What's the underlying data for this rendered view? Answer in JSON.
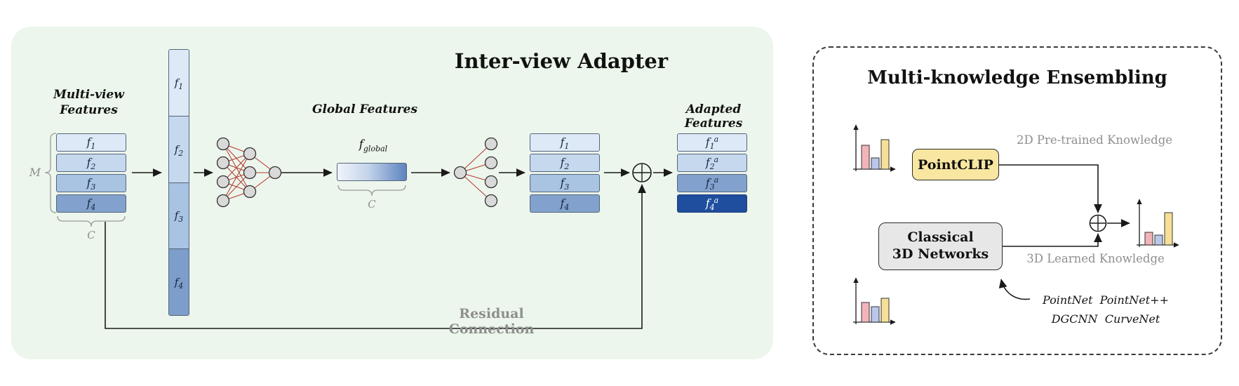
{
  "inter_view_adapter": {
    "title": "Inter-view Adapter",
    "multiview_label_line1": "Multi-view",
    "multiview_label_line2": "Features",
    "global_features_label": "Global Features",
    "adapted_features_label": "Adapted Features",
    "residual_label": "Residual Connection",
    "m_dim": "M",
    "c_dim_input": "C",
    "c_dim_global": "C",
    "f_global": {
      "base": "f",
      "sub": "global"
    },
    "features": [
      {
        "base": "f",
        "sub": "1"
      },
      {
        "base": "f",
        "sub": "2"
      },
      {
        "base": "f",
        "sub": "3"
      },
      {
        "base": "f",
        "sub": "4"
      }
    ],
    "adapted_features": [
      {
        "base": "f",
        "sub": "1",
        "sup": "a"
      },
      {
        "base": "f",
        "sub": "2",
        "sup": "a"
      },
      {
        "base": "f",
        "sub": "3",
        "sup": "a"
      },
      {
        "base": "f",
        "sub": "4",
        "sup": "a"
      }
    ]
  },
  "multi_knowledge": {
    "title": "Multi-knowledge Ensembling",
    "pointclip_label": "PointCLIP",
    "classical_line1": "Classical",
    "classical_line2": "3D Networks",
    "knowledge_2d_label": "2D Pre-trained Knowledge",
    "knowledge_3d_label": "3D Learned Knowledge",
    "backbones_line1": "PointNet  PointNet++",
    "backbones_line2": "DGCNN  CurveNet"
  },
  "icons": {
    "plus_circle": "plus-circle-icon",
    "bar_chart": "bar-chart-icon",
    "neural_network": "neural-network-icon"
  },
  "colors": {
    "panel_green": "#ecf6ec",
    "feature_blue_1": "#dde9f7",
    "feature_blue_2": "#c5d8ee",
    "feature_blue_3": "#a9c3e3",
    "feature_blue_4": "#82a2cd",
    "adapted_blue_dark": "#1f4e9e",
    "global_gradient_start": "#f0f4fb",
    "global_gradient_end": "#5d83bf",
    "pointclip_yellow": "#f9e6a0",
    "classical_gray": "#e7e7e7",
    "bar_pink": "#f2b4b8",
    "bar_blue": "#bac7eb",
    "bar_yellow": "#f6e096",
    "nn_edge_red": "#b3392f",
    "nn_node_gray": "#d9d9d9",
    "muted_text": "#8f8f8f"
  }
}
